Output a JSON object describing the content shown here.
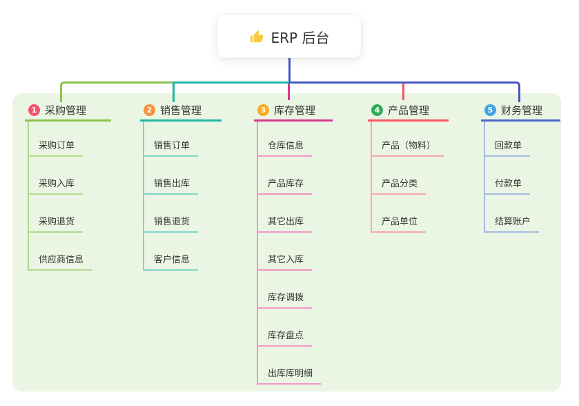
{
  "root": {
    "icon": "thumbs-up",
    "label": "ERP 后台"
  },
  "panel": {
    "bg": "#eaf5e3"
  },
  "connectors": {
    "root_line_color": "#4656c4",
    "bus_left_color": "#8bc34a",
    "bus_mid_color": "#1fb5a3",
    "bus_right_color": "#4656c4"
  },
  "icon_colors": {
    "thumbs_up": "#f8c943"
  },
  "branches": [
    {
      "num": "1",
      "title": "采购管理",
      "badge_color": "#f4516c",
      "line_color": "#8bc34a",
      "child_line_color": "#b2d98d",
      "children": [
        "采购订单",
        "采购入库",
        "采购退货",
        "供应商信息"
      ]
    },
    {
      "num": "2",
      "title": "销售管理",
      "badge_color": "#f9903e",
      "line_color": "#1fb5a3",
      "child_line_color": "#82d3c8",
      "children": [
        "销售订单",
        "销售出库",
        "销售退货",
        "客户信息"
      ]
    },
    {
      "num": "3",
      "title": "库存管理",
      "badge_color": "#fbab1c",
      "line_color": "#d9368f",
      "child_line_color": "#f395c5",
      "children": [
        "仓库信息",
        "产品库存",
        "其它出库",
        "其它入库",
        "库存调拨",
        "库存盘点",
        "出库库明细"
      ]
    },
    {
      "num": "4",
      "title": "产品管理",
      "badge_color": "#2fae5b",
      "line_color": "#f4555e",
      "child_line_color": "#f8a8ab",
      "children": [
        "产品（物料）",
        "产品分类",
        "产品单位"
      ]
    },
    {
      "num": "5",
      "title": "财务管理",
      "badge_color": "#41a3e8",
      "line_color": "#4a67c8",
      "child_line_color": "#a4b9e4",
      "children": [
        "回款单",
        "付款单",
        "结算账户"
      ]
    }
  ]
}
